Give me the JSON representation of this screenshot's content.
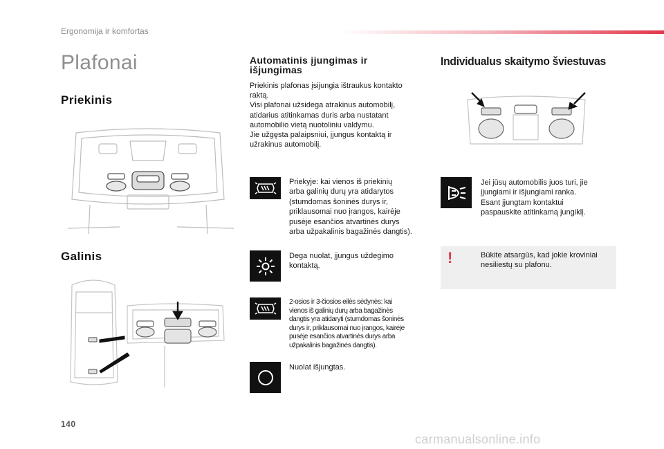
{
  "header": {
    "section_title": "Ergonomija ir komfortas",
    "accent_color": "#e2364a"
  },
  "page_title": "Plafonai",
  "front": {
    "heading": "Priekinis"
  },
  "rear": {
    "heading": "Galinis"
  },
  "auto": {
    "heading": "Automatinis įjungimas ir išjungimas",
    "paragraph_lines": [
      "Priekinis plafonas įsijungia ištraukus kontakto",
      "raktą.",
      "Visi plafonai užsidega atrakinus automobilį,",
      "atidarius atitinkamas duris arba nustatant",
      "automobilio vietą nuotoliniu valdymu.",
      "Jie užgęsta palaipsniui, įjungus kontaktą ir",
      "užrakinus automobilį."
    ]
  },
  "modes": [
    {
      "icon": "door-light-icon",
      "lines": [
        "Priekyje: kai vienos iš priekinių",
        "arba galinių durų yra atidarytos",
        "(stumdomas šoninės durys ir,",
        "priklausomai nuo įrangos, kairėje",
        "pusėje esančios atvartinės durys",
        "arba užpakalinis bagažinės dangtis)."
      ]
    },
    {
      "icon": "sun-light-icon",
      "lines": [
        "Dega nuolat, įjungus uždegimo",
        "kontaktą."
      ]
    },
    {
      "icon": "door-light-icon",
      "lines": [
        "2-osios ir 3-čiosios eilės sėdynės: kai",
        "vienos iš galinių durų arba bagažinės",
        "dangtis yra atidaryti (stumdomas šoninės",
        "durys ir, priklausomai nuo įrangos, kairėje",
        "pusėje esančios atvartinės durys arba",
        "užpakalinis bagažinės dangtis)."
      ]
    },
    {
      "icon": "off-circle-icon",
      "lines": [
        "Nuolat išjungtas."
      ]
    }
  ],
  "reading": {
    "heading": "Individualus skaitymo šviestuvas",
    "icon": "reading-light-icon",
    "lines": [
      "Jei jūsų automobilis juos turi, jie",
      "įjungiami ir išjungiami ranka.",
      "Esant įjungtam kontaktui",
      "paspauskite atitinkamą jungiklį."
    ]
  },
  "warning": {
    "mark": "!",
    "lines": [
      "Būkite atsargūs, kad jokie kroviniai",
      "nesiliestų su plafonu."
    ]
  },
  "page_number": "140",
  "watermark": "carmanualsonline.info"
}
